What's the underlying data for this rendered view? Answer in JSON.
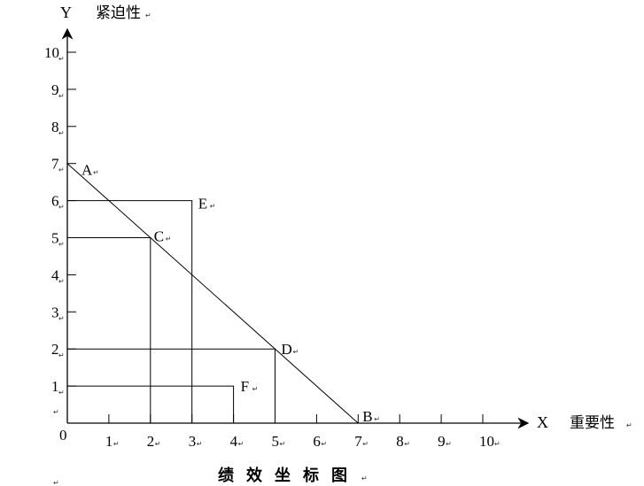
{
  "diagram": {
    "x_axis": {
      "name": "X",
      "description": "重要性",
      "ticks": [
        "0",
        "1",
        "2",
        "3",
        "4",
        "5",
        "6",
        "7",
        "8",
        "9",
        "10"
      ]
    },
    "y_axis": {
      "name": "Y",
      "description": "紧迫性",
      "ticks": [
        "1",
        "2",
        "3",
        "4",
        "5",
        "6",
        "7",
        "8",
        "9",
        "10"
      ]
    },
    "points": [
      {
        "label": "A",
        "x": 0,
        "y": 7
      },
      {
        "label": "B",
        "x": 7,
        "y": 0
      },
      {
        "label": "C",
        "x": 2,
        "y": 5
      },
      {
        "label": "D",
        "x": 5,
        "y": 2
      },
      {
        "label": "E",
        "x": 3,
        "y": 6
      },
      {
        "label": "F",
        "x": 4,
        "y": 1
      }
    ],
    "diagonal_line": {
      "from": "A",
      "to": "B"
    },
    "rectangles": [
      {
        "corner": "E",
        "x": 3,
        "y": 6
      },
      {
        "corner": "C",
        "x": 2,
        "y": 5
      },
      {
        "corner": "D",
        "x": 5,
        "y": 2
      },
      {
        "corner": "F",
        "x": 4,
        "y": 1
      }
    ],
    "caption": "绩效坐标图",
    "return_mark": "↵",
    "colors": {
      "line": "#000000",
      "text": "#000000",
      "background": "#ffffff"
    }
  }
}
